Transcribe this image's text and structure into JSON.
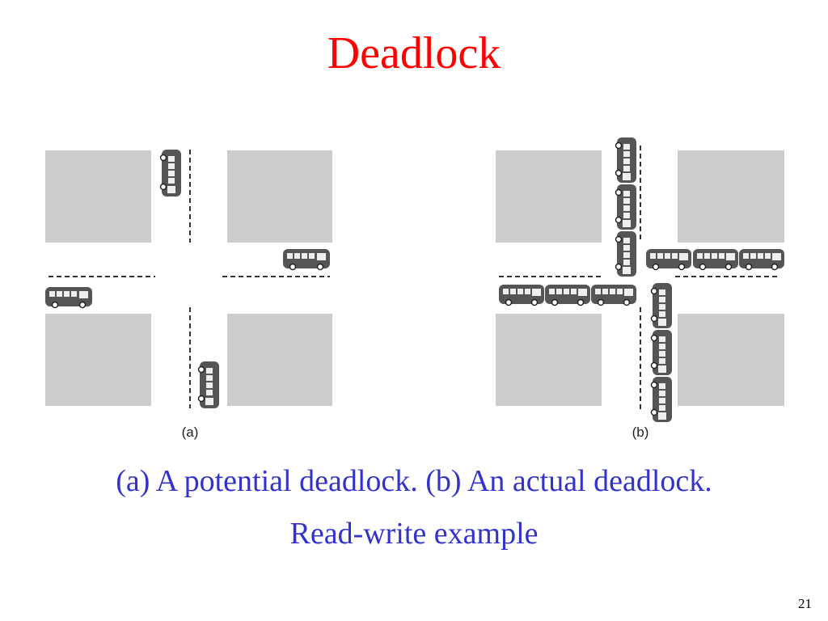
{
  "slide": {
    "title": "Deadlock",
    "title_color": "#ff0000",
    "caption_line1": "(a) A potential deadlock. (b) An actual deadlock.",
    "caption_line2": "Read-write example",
    "caption_color": "#3333cc",
    "page_number": "21"
  },
  "figures": [
    {
      "label": "(a)",
      "description_icons": [
        "bus-icon",
        "bus-icon",
        "bus-icon",
        "bus-icon"
      ]
    },
    {
      "label": "(b)",
      "description_icons": [
        "bus-icon"
      ]
    }
  ],
  "colors": {
    "block": "#cccccc",
    "bus": "#555555",
    "bus_window": "#eeeeee",
    "lane_line": "#333333"
  }
}
